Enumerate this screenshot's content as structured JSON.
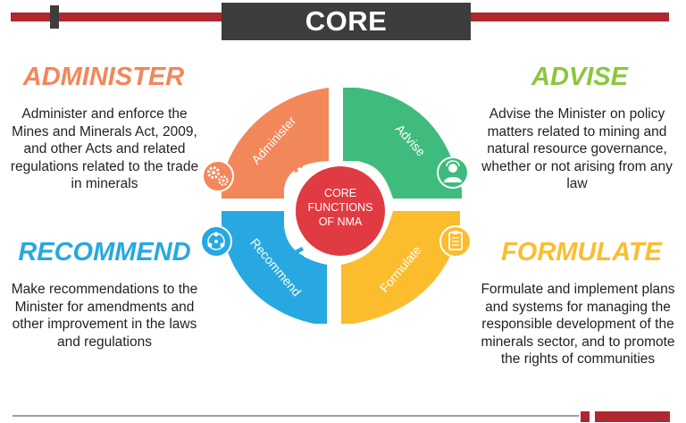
{
  "title": "CORE FUNCTIONS",
  "center_label": [
    "CORE",
    "FUNCTIONS",
    "OF NMA"
  ],
  "colors": {
    "administer": "#f2875a",
    "advise": "#3fbb7e",
    "recommend": "#27a8e0",
    "formulate": "#fbbd2e",
    "center": "#e03a42",
    "title_bg": "#3d3d3d",
    "accent_bar": "#b0272f"
  },
  "functions": {
    "administer": {
      "heading": "ADMINISTER",
      "segment_label": "Administer",
      "icon": "gears-icon",
      "description": "Administer and enforce the Mines and Minerals Act, 2009, and other Acts and related regulations related to the trade in minerals"
    },
    "advise": {
      "heading": "ADVISE",
      "segment_label": "Advise",
      "icon": "advisor-person-icon",
      "description": "Advise the Minister on policy matters related to mining and natural resource governance, whether or not arising from any law"
    },
    "recommend": {
      "heading": "RECOMMEND",
      "segment_label": "Recommend",
      "icon": "network-icon",
      "description": "Make recommendations to the Minister for amendments and other improvement in the laws and regulations"
    },
    "formulate": {
      "heading": "FORMULATE",
      "segment_label": "Formulate",
      "icon": "clipboard-icon",
      "description": "Formulate and implement plans and systems for managing the responsible development of the minerals sector, and to promote the rights of communities"
    }
  }
}
